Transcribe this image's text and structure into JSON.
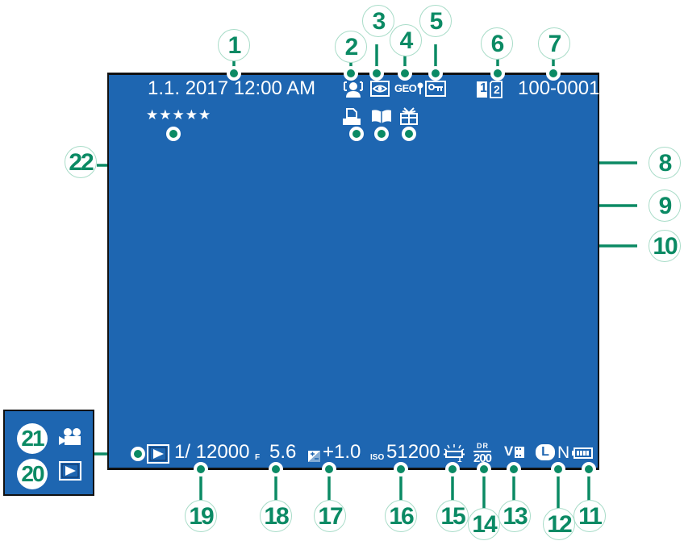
{
  "screen": {
    "date_time": "1.1. 2017 12:00 AM",
    "rating_stars": "★★★★★",
    "rating_value": 5,
    "frame_number": "100-0001",
    "card_slot_1": "1",
    "card_slot_2": "2",
    "geo_label": "GEO",
    "shutter_speed": "1/ 12000",
    "aperture_prefix": "F",
    "aperture": "5.6",
    "exposure_comp": "+1.0",
    "iso_prefix": "ISO",
    "iso": "51200",
    "white_balance_sub": "1",
    "dynamic_range_prefix": "DR",
    "dynamic_range": "200",
    "film_sim": "V",
    "image_size": "L",
    "image_quality": "N"
  },
  "icons": {
    "face_detection": "face-detection-icon",
    "red_eye": "red-eye-removal-icon",
    "location": "location-data-icon",
    "protect": "protect-key-icon",
    "print": "print-order-icon",
    "photobook": "photobook-icon",
    "gift": "gift-image-icon",
    "playback": "playback-icon",
    "movie": "movie-icon",
    "white_balance": "white-balance-icon",
    "exposure_comp": "exposure-compensation-icon",
    "battery": "battery-icon"
  },
  "callouts": [
    "1",
    "2",
    "3",
    "4",
    "5",
    "6",
    "7",
    "8",
    "9",
    "10",
    "11",
    "12",
    "13",
    "14",
    "15",
    "16",
    "17",
    "18",
    "19",
    "20",
    "21",
    "22"
  ],
  "colors": {
    "screen_bg": "#1e66b1",
    "callout_green": "#0b8a64",
    "callout_border": "#a8dcc8"
  }
}
